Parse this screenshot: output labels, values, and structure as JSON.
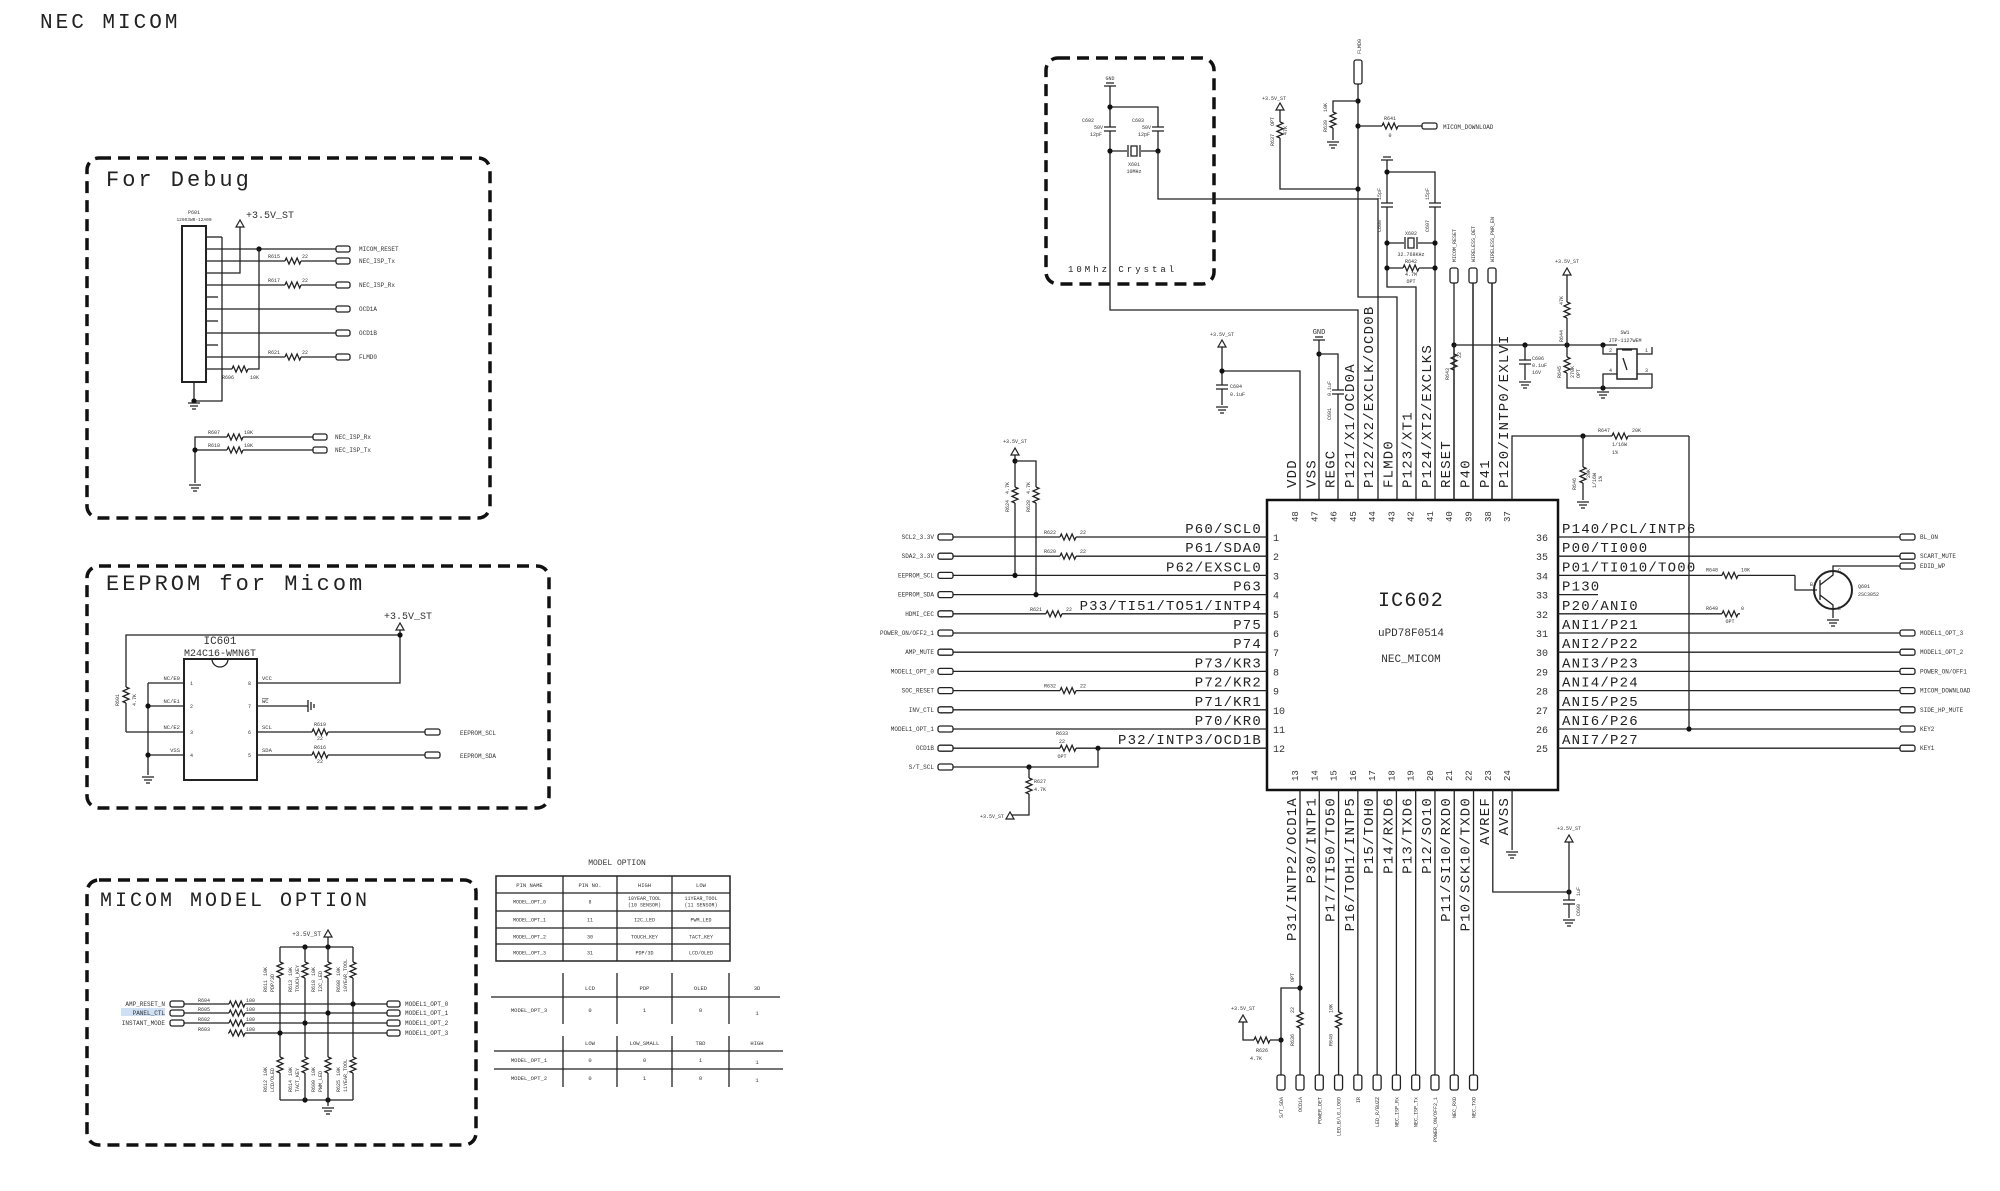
{
  "title": "NEC MICOM",
  "debug": {
    "title": "For Debug",
    "conn_ref": "P601",
    "conn_part": "12603WR-12A00",
    "power": "+3.5V_ST",
    "signals": [
      {
        "name": "MICOM_RESET"
      },
      {
        "name": "NEC_ISP_Tx",
        "res": "R615",
        "val": "22"
      },
      {
        "name": "NEC_ISP_Rx",
        "res": "R617",
        "val": "22"
      },
      {
        "name": "OCD1A"
      },
      {
        "name": "OCD1B"
      },
      {
        "name": "FLMD0",
        "res": "R621",
        "val": "22"
      }
    ],
    "r606": {
      "ref": "R606",
      "val": "10K"
    },
    "pulldowns": [
      {
        "ref": "R607",
        "val": "10K",
        "signal": "NEC_ISP_Rx"
      },
      {
        "ref": "R610",
        "val": "10K",
        "signal": "NEC_ISP_Tx"
      }
    ]
  },
  "eeprom": {
    "title": "EEPROM for Micom",
    "ic_ref": "IC601",
    "ic_part": "M24C16-WMN6T",
    "power": "+3.5V_ST",
    "r601": {
      "ref": "R601",
      "val": "4.7K"
    },
    "left_pins": [
      {
        "name": "NC/E0",
        "num": "1"
      },
      {
        "name": "NC/E1",
        "num": "2"
      },
      {
        "name": "NC/E2",
        "num": "3"
      },
      {
        "name": "VSS",
        "num": "4"
      }
    ],
    "right_pins": [
      {
        "name": "VCC",
        "num": "8"
      },
      {
        "name": "WC",
        "num": "7"
      },
      {
        "name": "SCL",
        "num": "6"
      },
      {
        "name": "SDA",
        "num": "5"
      }
    ],
    "resistors": [
      {
        "ref": "R619",
        "val": "22"
      },
      {
        "ref": "R616",
        "val": "22"
      }
    ],
    "signals": [
      "EEPROM_SCL",
      "EEPROM_SDA"
    ]
  },
  "model_option": {
    "title": "MICOM MODEL OPTION",
    "power": "+3.5V_ST",
    "inputs": [
      {
        "name": "AMP_RESET_N",
        "res": "R604",
        "val": "100",
        "out": "MODEL1_OPT_0"
      },
      {
        "name": "PANEL_CTL",
        "res": "R605",
        "val": "100",
        "out": "MODEL1_OPT_1"
      },
      {
        "name": "INSTANT_MODE",
        "res": "R602",
        "val": "100",
        "out": "MODEL1_OPT_2"
      },
      {
        "res": "R603",
        "val": "100",
        "out": "MODEL1_OPT_3"
      }
    ],
    "pullups": [
      {
        "ref": "R611",
        "label": "PDP/3D",
        "val": "10K"
      },
      {
        "ref": "R613",
        "label": "TOUCH_KEY",
        "val": "10K"
      },
      {
        "ref": "R618",
        "label": "I2C_LED",
        "val": "10K"
      },
      {
        "ref": "R608",
        "label": "10YEAR_TOOL",
        "val": "10K"
      }
    ],
    "pulldowns": [
      {
        "ref": "R612",
        "label": "LCD/OLED",
        "val": "10K"
      },
      {
        "ref": "R614",
        "label": "TACT_KEY",
        "val": "10K"
      },
      {
        "ref": "R609",
        "label": "PWM_LED",
        "val": "10K"
      },
      {
        "ref": "R625",
        "label": "11YEAR_TOOL",
        "val": "10K"
      }
    ]
  },
  "model_table": {
    "title": "MODEL OPTION",
    "headers": [
      "PIN NAME",
      "PIN NO.",
      "HIGH",
      "LOW"
    ],
    "rows": [
      [
        [
          "MODEL_OPT_0"
        ],
        [
          "8"
        ],
        [
          "10YEAR_TOOL",
          "(10 SENSOR)"
        ],
        [
          "11YEAR_TOOL",
          "(11 SENSOR)"
        ]
      ],
      [
        [
          "MODEL_OPT_1"
        ],
        [
          "11"
        ],
        [
          "I2C_LED"
        ],
        [
          "PWM_LED"
        ]
      ],
      [
        [
          "MODEL_OPT_2"
        ],
        [
          "30"
        ],
        [
          "TOUCH_KEY"
        ],
        [
          "TACT_KEY"
        ]
      ],
      [
        [
          "MODEL_OPT_3"
        ],
        [
          "31"
        ],
        [
          "PDP/3D"
        ],
        [
          "LCD/OLED"
        ]
      ]
    ]
  },
  "panel_table": {
    "headers": [
      "LCD",
      "PDP",
      "OLED",
      "3D"
    ],
    "rows": [
      {
        "name": "MODEL_OPT_3",
        "values": [
          "0",
          "1",
          "0",
          "1"
        ]
      }
    ]
  },
  "size_table": {
    "headers": [
      "LOW",
      "LOW_SMALL",
      "TBD",
      "HIGH"
    ],
    "rows": [
      {
        "name": "MODEL_OPT_1",
        "values": [
          "0",
          "0",
          "1",
          "1"
        ]
      },
      {
        "name": "MODEL_OPT_2",
        "values": [
          "0",
          "1",
          "0",
          "1"
        ]
      }
    ]
  },
  "crystal": {
    "title": "10Mhz Crystal",
    "gnd": "GND",
    "c602": {
      "ref": "C602",
      "v": "50V",
      "val": "12pF"
    },
    "c603": {
      "ref": "C603",
      "v": "50V",
      "val": "12pF"
    },
    "x601": {
      "ref": "X601",
      "val": "10MHz"
    }
  },
  "flmd": {
    "conn": "FLMD0",
    "r639": {
      "ref": "R639",
      "val": "10K"
    },
    "r641": {
      "ref": "R641",
      "val": "0"
    },
    "download": "MICOM_DOWNLOAD",
    "r637": {
      "ref": "R637",
      "val": "47K",
      "opt": "OPT"
    },
    "power": "+3.5V_ST"
  },
  "subclock": {
    "c608": {
      "ref": "C608",
      "val": "15pF"
    },
    "c607": {
      "ref": "C607",
      "val": "15pF"
    },
    "x602": {
      "ref": "X602",
      "val": "32.768KHz"
    },
    "r642": {
      "ref": "R642",
      "val": "4.7M",
      "opt": "OPT"
    }
  },
  "reset": {
    "connectors": [
      "MICOM_RESET",
      "WIRELESS_DET",
      "WIRELESS_PWR_EN"
    ],
    "r643": {
      "ref": "R643",
      "val": "22"
    },
    "c606": {
      "ref": "C606",
      "val": "0.1uF",
      "v": "16V"
    },
    "r644": {
      "ref": "R644",
      "val": "47K"
    },
    "r645": {
      "ref": "R645",
      "val": "270K",
      "opt": "OPT"
    },
    "power": "+3.5V_ST",
    "sw1": {
      "ref": "SW1",
      "part": "JTP-1127WEM",
      "pins": [
        "2",
        "1",
        "4",
        "3"
      ]
    }
  },
  "supply": {
    "vdd_power": "+3.5V_ST",
    "c604": {
      "ref": "C604",
      "val": "0.1uF"
    },
    "gnd": "GND",
    "c601": {
      "ref": "C601",
      "val": "0.1uF"
    }
  },
  "ic602": {
    "ref": "IC602",
    "part": "uPD78F0514",
    "name": "NEC_MICOM",
    "left": [
      {
        "num": "1",
        "pin": "P60/SCL0",
        "signal": "SCL2_3.3V",
        "res": "R622",
        "val": "22"
      },
      {
        "num": "2",
        "pin": "P61/SDA0",
        "signal": "SDA2_3.3V",
        "res": "R620",
        "val": "22"
      },
      {
        "num": "3",
        "pin": "P62/EXSCL0",
        "signal": "EEPROM_SCL"
      },
      {
        "num": "4",
        "pin": "P63",
        "signal": "EEPROM_SDA"
      },
      {
        "num": "5",
        "pin": "P33/TI51/TO51/INTP4",
        "signal": "HDMI_CEC",
        "res": "R621",
        "val": "22"
      },
      {
        "num": "6",
        "pin": "P75",
        "signal": "POWER_ON/OFF2_1"
      },
      {
        "num": "7",
        "pin": "P74",
        "signal": "AMP_MUTE"
      },
      {
        "num": "8",
        "pin": "P73/KR3",
        "signal": "MODEL1_OPT_0"
      },
      {
        "num": "9",
        "pin": "P72/KR2",
        "signal": "SOC_RESET",
        "res": "R632",
        "val": "22"
      },
      {
        "num": "10",
        "pin": "P71/KR1",
        "signal": "INV_CTL"
      },
      {
        "num": "11",
        "pin": "P70/KR0",
        "signal": "MODEL1_OPT_1"
      },
      {
        "num": "12",
        "pin": "P32/INTP3/OCD1B",
        "signal": "OCD1B",
        "res": "R633",
        "val": "22",
        "opt": "OPT"
      }
    ],
    "right": [
      {
        "num": "36",
        "pin": "P140/PCL/INTP6",
        "signal": "BL_ON"
      },
      {
        "num": "35",
        "pin": "P00/TI000",
        "signal": "SCART_MUTE"
      },
      {
        "num": "34",
        "pin": "P01/TI010/TO00",
        "res": "R648",
        "val": "10K"
      },
      {
        "num": "33",
        "pin": "P130"
      },
      {
        "num": "32",
        "pin": "P20/ANI0",
        "res": "R649",
        "val": "0",
        "opt": "OPT"
      },
      {
        "num": "31",
        "pin": "ANI1/P21",
        "signal": "MODEL1_OPT_3"
      },
      {
        "num": "30",
        "pin": "ANI2/P22",
        "signal": "MODEL1_OPT_2"
      },
      {
        "num": "29",
        "pin": "ANI3/P23",
        "signal": "POWER_ON/OFF1"
      },
      {
        "num": "28",
        "pin": "ANI4/P24",
        "signal": "MICOM_DOWNLOAD"
      },
      {
        "num": "27",
        "pin": "ANI5/P25",
        "signal": "SIDE_HP_MUTE"
      },
      {
        "num": "26",
        "pin": "ANI6/P26",
        "signal": "KEY2"
      },
      {
        "num": "25",
        "pin": "ANI7/P27",
        "signal": "KEY1"
      }
    ],
    "top": [
      {
        "num": "48",
        "pin": "VDD"
      },
      {
        "num": "47",
        "pin": "VSS"
      },
      {
        "num": "46",
        "pin": "REGC"
      },
      {
        "num": "45",
        "pin": "P121/X1/OCD0A"
      },
      {
        "num": "44",
        "pin": "P122/X2/EXCLK/OCD0B"
      },
      {
        "num": "43",
        "pin": "FLMD0"
      },
      {
        "num": "42",
        "pin": "P123/XT1"
      },
      {
        "num": "41",
        "pin": "P124/XT2/EXCLKS"
      },
      {
        "num": "40",
        "pin": "RESET"
      },
      {
        "num": "39",
        "pin": "P40"
      },
      {
        "num": "38",
        "pin": "P41"
      },
      {
        "num": "37",
        "pin": "P120/INTP0/EXLVI"
      }
    ],
    "bottom": [
      {
        "num": "13",
        "pin": "P31/INTP2/OCD1A",
        "signal": "OCD1A"
      },
      {
        "num": "14",
        "pin": "P30/INTP1",
        "signal": "POWER_DET"
      },
      {
        "num": "15",
        "pin": "P17/TI50/TO50",
        "signal": "LED_B/LG_LOGO"
      },
      {
        "num": "16",
        "pin": "P16/TOH1/INTP5",
        "signal": "IR"
      },
      {
        "num": "17",
        "pin": "P15/TOH0",
        "signal": "LED_R/BUZZ"
      },
      {
        "num": "18",
        "pin": "P14/RXD6",
        "signal": "NEC_ISP_Rx"
      },
      {
        "num": "19",
        "pin": "P13/TXD6",
        "signal": "NEC_ISP_Tx"
      },
      {
        "num": "20",
        "pin": "P12/SO10",
        "signal": "POWER_ON/OFF2_1"
      },
      {
        "num": "21",
        "pin": "P11/SI10/RXD0",
        "signal": "NEC_RXD"
      },
      {
        "num": "22",
        "pin": "P10/SCK10/TXD0",
        "signal": "NEC_TXD"
      },
      {
        "num": "23",
        "pin": "AVREF"
      },
      {
        "num": "24",
        "pin": "AVSS"
      }
    ]
  },
  "left_extra": {
    "power": "+3.5V_ST",
    "r624": {
      "ref": "R624",
      "val": "4.7K"
    },
    "r628": {
      "ref": "R628",
      "val": "4.7K"
    },
    "st_scl": "S/T_SCL",
    "r627": {
      "ref": "R627",
      "val": "4.7K"
    },
    "r627_power": "+3.5V_ST"
  },
  "right_extra": {
    "r647": {
      "ref": "R647",
      "val": "20K",
      "w": "1/16W",
      "tol": "1%"
    },
    "r646": {
      "ref": "R646",
      "val": "20K",
      "w": "1/16W",
      "tol": "1%"
    },
    "q601": {
      "ref": "Q601",
      "part": "2SC3052",
      "b": "B",
      "c": "C",
      "e": "E"
    },
    "edid": "EDID_WP"
  },
  "bottom_extra": {
    "avref_power": "+3.5V_ST",
    "c609": {
      "ref": "C609",
      "val": "1uF"
    },
    "r636": {
      "ref": "R636",
      "val": "22",
      "opt": "OPT"
    },
    "r640": {
      "ref": "R640",
      "val": "10K"
    },
    "st_sda": "S/T_SDA",
    "r626": {
      "ref": "R626",
      "val": "4.7K"
    },
    "r626_power": "+3.5V_ST"
  }
}
